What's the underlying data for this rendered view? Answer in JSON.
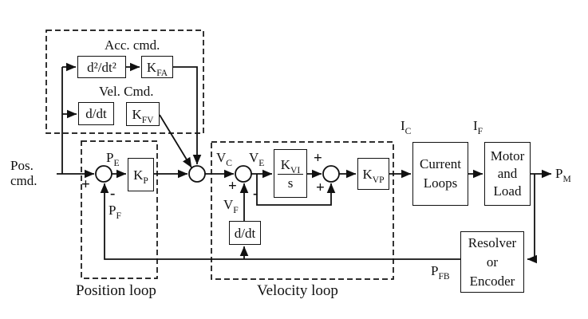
{
  "labels": {
    "pos_cmd": {
      "line1": "Pos.",
      "line2": "cmd."
    },
    "acc_cmd": "Acc. cmd.",
    "vel_cmd": "Vel. Cmd.",
    "p_e": {
      "base": "P",
      "sub": "E"
    },
    "p_f": {
      "base": "P",
      "sub": "F"
    },
    "v_c": {
      "base": "V",
      "sub": "C"
    },
    "v_e": {
      "base": "V",
      "sub": "E"
    },
    "v_f": {
      "base": "V",
      "sub": "F"
    },
    "i_c": {
      "base": "I",
      "sub": "C"
    },
    "i_f": {
      "base": "I",
      "sub": "F"
    },
    "p_m": {
      "base": "P",
      "sub": "M"
    },
    "p_fb": {
      "base": "P",
      "sub": "FB"
    },
    "position_loop": "Position loop",
    "velocity_loop": "Velocity loop"
  },
  "blocks": {
    "d2dt2": "d²/dt²",
    "k_fa": {
      "base": "K",
      "sub": "FA"
    },
    "ddt_ff": "d/dt",
    "k_fv": {
      "base": "K",
      "sub": "FV"
    },
    "k_p": {
      "base": "K",
      "sub": "P"
    },
    "k_vi_s": {
      "num_base": "K",
      "num_sub": "VI",
      "den": "s"
    },
    "k_vp": {
      "base": "K",
      "sub": "VP"
    },
    "current_loops": {
      "line1": "Current",
      "line2": "Loops"
    },
    "motor_load": {
      "line1": "Motor",
      "line2": "and",
      "line3": "Load"
    },
    "ddt_vel": "d/dt",
    "resolver": {
      "line1": "Resolver",
      "line2": "or",
      "line3": "Encoder"
    }
  },
  "signs": {
    "plus": "+",
    "minus": "-"
  },
  "colors": {
    "line": "#111111",
    "background": "#ffffff"
  }
}
